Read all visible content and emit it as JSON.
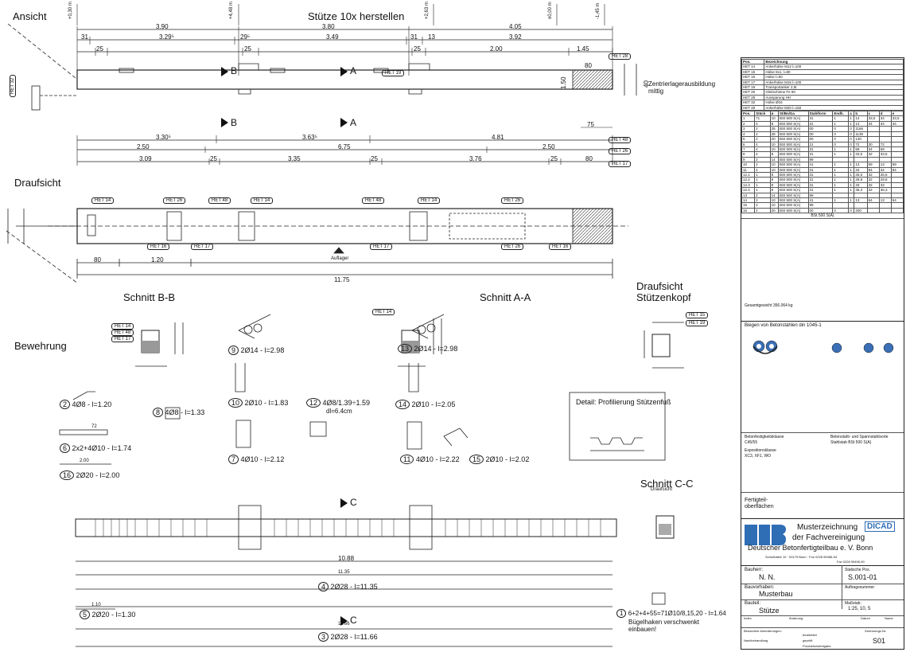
{
  "labels": {
    "ansicht": "Ansicht",
    "main_title": "Stütze 10x herstellen",
    "draufsicht": "Draufsicht",
    "bewehrung": "Bewehrung",
    "schnitt_bb": "Schnitt B-B",
    "schnitt_aa": "Schnitt A-A",
    "schnitt_cc": "Schnitt C-C",
    "draufsicht_kopf_1": "Draufsicht",
    "draufsicht_kopf_2": "Stützenkopf",
    "detail": "Detail: Profilierung Stützenfuß",
    "zentrierung": "Zentrierlagerausbildung",
    "zentrierung2": "mittig",
    "draufsicht_small": "Draufsicht",
    "auflager": "Auflager"
  },
  "elevations": [
    "+0,30 m",
    "+4,48 m",
    "+2,63 m",
    "±0,00 m",
    "-1,45 m"
  ],
  "dims_top": {
    "row1": [
      "3.90",
      "3.80",
      "4.05"
    ],
    "row2": [
      "31",
      "3.29⁵",
      "29⁵",
      "3.49",
      "31",
      "13",
      "3.92"
    ],
    "row3": [
      "25",
      "25",
      "25",
      "2.00",
      "1.45"
    ],
    "bottom1": [
      "3.30⁵",
      "3.63⁵",
      "4.81"
    ],
    "bottom2": [
      "2.50",
      "6.75",
      "2.50"
    ],
    "bottom3": [
      "3.09",
      "25",
      "3.35",
      "25",
      "3.76",
      "25",
      "80"
    ],
    "right": [
      "80",
      "75",
      "1.50",
      "40"
    ]
  },
  "het_tags": [
    "HET 28",
    "HET 19",
    "HET 48",
    "HET 26",
    "HET 17",
    "HET 14",
    "HET 32",
    "HET 16",
    "HET 15"
  ],
  "draufsicht_dims": [
    "80",
    "1.20",
    "11.75"
  ],
  "section_marks": [
    "B",
    "A",
    "C"
  ],
  "rebar_items": [
    {
      "num": "2",
      "text": "4Ø8 - l=1.20"
    },
    {
      "num": "6",
      "text": "2x2+4Ø10 - l=1.74"
    },
    {
      "num": "16",
      "text": "2Ø20 - l=2.00"
    },
    {
      "num": "8",
      "text": "4Ø8 - l=1.33"
    },
    {
      "num": "9",
      "text": "2Ø14 - l=2.98"
    },
    {
      "num": "10",
      "text": "2Ø10 - l=1.83"
    },
    {
      "num": "7",
      "text": "4Ø10 - l=2.12"
    },
    {
      "num": "12",
      "text": "4Ø8/1.39÷1.59"
    },
    {
      "num": "13",
      "text": "2Ø14 - l=2.98"
    },
    {
      "num": "14",
      "text": "2Ø10 - l=2.05"
    },
    {
      "num": "11",
      "text": "4Ø10 - l=2.22"
    },
    {
      "num": "15",
      "text": "2Ø10 - l=2.02"
    },
    {
      "num": "5",
      "text": "2Ø20 - l=1.30"
    },
    {
      "num": "4",
      "text": "2Ø28 - l=11.35"
    },
    {
      "num": "3",
      "text": "2Ø28 - l=11.66"
    },
    {
      "num": "1",
      "text": "6+2+4+55=71Ø10/8,15,20 - l=1.64"
    }
  ],
  "rebar_extra": {
    "dl": "dl=6.4cm",
    "buegel1": "Bügelhaken verschwenkt",
    "buegel2": "einbauen!",
    "len_10_88": "10.88",
    "len_11_35": "11.35",
    "len_11_66": "11.66",
    "len_1_10": "1.10",
    "len_2_00": "2.00",
    "len_72": "72"
  },
  "title_block": {
    "gewicht": "Gesamtgewicht   356.064 kg",
    "biegen": "Biegen von Betonstählen din 1045-1",
    "musterzeichnung": "Musterzeichnung",
    "fachvereinigung": "der Fachvereinigung",
    "verband": "Deutscher Betonfertigteilbau e. V. Bonn",
    "dicad": "DICAD",
    "address": "Schloßallee 10  ·  53179 Bonn  ·  Fon 0228 95456-54",
    "fax": "Fax 0228 95456-90",
    "bauherr_label": "Bauherr:",
    "bauherr": "N. N.",
    "bauvorhaben_label": "Bauvorhaben:",
    "bauvorhaben": "Musterbau",
    "bauteil_label": "Bauteil:",
    "bauteil": "Stütze",
    "statische_pos_label": "Statische Pos.",
    "statische_pos": "S.001-01",
    "auftrag_label": "Auftragsnummer:",
    "massstab_label": "Maßstab:",
    "massstab": "1:25, 10, 5",
    "index": "Index",
    "aenderung": "Änderung",
    "datum": "Datum",
    "name": "Name",
    "besondere": "Besondere Anforderungen:",
    "nachbehandlung": "Nachbehandlung",
    "zeichnungs_nr_label": "Zeichnungs-Nr:",
    "zeichnungs_nr": "S01",
    "bearbeitet": "bearbeitet",
    "geprueft": "geprüft",
    "produktion": "Produktionsfreigabe",
    "bst": "BSt 500 S(A)",
    "fertigteil": "Fertigteil-",
    "oberflaechen": "oberflächen",
    "betonfestigkeit": "Betonfestigkeitsklasse",
    "betonfestigkeit_val": "C45/55",
    "expositionsklasse": "Expositionsklasse",
    "expositionsklasse_val": "XC3, XF1, WO",
    "betonstahl": "Betonstahl- und Spannstahlsorte",
    "betonstahl_val": "Stahlstab   BSt 500 S(A)"
  },
  "bar_table_header": [
    "Pos.",
    "Stück",
    "ø",
    "St/Bn/Ga",
    "Stahlform",
    "Endh.",
    "a",
    "b",
    "c",
    "d",
    "e"
  ],
  "bar_table_rows": [
    [
      "1",
      "71",
      "10",
      "BSt 500 S(A)",
      "31",
      "1",
      "1",
      "14",
      "33,5",
      "34",
      "33,5"
    ],
    [
      "2",
      "4",
      "8",
      "BSt 500 S(A)",
      "31",
      "1",
      "1",
      "14",
      "34",
      "34",
      "34"
    ],
    [
      "3",
      "2",
      "28",
      "BSt 500 S(A)",
      "00",
      "0",
      "0",
      "1166",
      "",
      "",
      ""
    ],
    [
      "4",
      "2",
      "28",
      "BSt 500 S(A)",
      "00",
      "0",
      "0",
      "1135",
      "",
      "",
      ""
    ],
    [
      "5",
      "2",
      "20",
      "BSt 500 S(A)",
      "00",
      "0",
      "0",
      "130",
      "",
      "",
      ""
    ],
    [
      "6",
      "4",
      "10",
      "BSt 500 S(A)",
      "21",
      "0",
      "0",
      "72",
      "30",
      "72",
      ""
    ],
    [
      "7",
      "4",
      "10",
      "BSt 500 S(A)",
      "31",
      "1",
      "1",
      "59",
      "34",
      "59",
      ""
    ],
    [
      "8",
      "4",
      "8",
      "BSt 500 S(A)",
      "31",
      "1",
      "1",
      "33,5",
      "32",
      "33,5",
      ""
    ],
    [
      "9",
      "2",
      "14",
      "BSt 500 S(A)",
      "99",
      "",
      "",
      "",
      "",
      "",
      ""
    ],
    [
      "10",
      "2",
      "10",
      "BSt 500 S(A)",
      "41",
      "1",
      "1",
      "13",
      "59",
      "13",
      "59"
    ],
    [
      "11",
      "4",
      "10",
      "BSt 500 S(A)",
      "31",
      "1",
      "1",
      "34",
      "84",
      "34",
      "84"
    ],
    [
      "12.1",
      "1",
      "8",
      "BSt 500 S(A)",
      "31",
      "1",
      "1",
      "26,6",
      "32",
      "26,6",
      ""
    ],
    [
      "12.2",
      "1",
      "8",
      "BSt 500 S(A)",
      "31",
      "1",
      "1",
      "29,8",
      "32",
      "29,8",
      ""
    ],
    [
      "12.3",
      "1",
      "8",
      "BSt 500 S(A)",
      "31",
      "1",
      "1",
      "33",
      "32",
      "33",
      ""
    ],
    [
      "12.4",
      "1",
      "8",
      "BSt 500 S(A)",
      "31",
      "1",
      "1",
      "36,3",
      "32",
      "36,3",
      ""
    ],
    [
      "13",
      "2",
      "14",
      "BSt 500 S(A)",
      "99",
      "",
      "",
      "",
      "",
      "",
      ""
    ],
    [
      "14",
      "2",
      "10",
      "BSt 500 S(A)",
      "41",
      "1",
      "1",
      "13",
      "64",
      "13",
      "64"
    ],
    [
      "15",
      "2",
      "10",
      "BSt 500 S(A)",
      "99",
      "",
      "",
      "",
      "",
      "",
      ""
    ],
    [
      "16",
      "2",
      "20",
      "BSt 500 S(A)",
      "00",
      "0",
      "0",
      "200",
      "",
      "",
      ""
    ]
  ],
  "parts_header": [
    "Pos.",
    "Bezeichnung"
  ],
  "parts_rows": [
    [
      "HET 14",
      "Ankerhülse M12 l=100"
    ],
    [
      "HET 15",
      "Hülse 8x1, l=80"
    ],
    [
      "HET 16",
      "Hülse l=50"
    ],
    [
      "HET 17",
      "Ankerhülse M16 l=100"
    ],
    [
      "HET 19",
      "Transportanker 2,5t"
    ],
    [
      "HET 26",
      "Gleitschiene Fe 50"
    ],
    [
      "HET 28",
      "Aussparung HH"
    ],
    [
      "HET 32",
      "Hülse Ø16"
    ],
    [
      "HET 48",
      "Ankerhülse M20 l=150"
    ]
  ]
}
